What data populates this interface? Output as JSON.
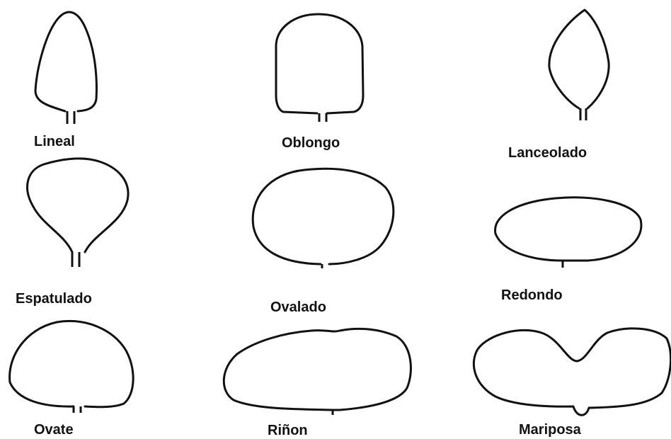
{
  "shapes": {
    "lineal": "Lineal",
    "oblongo": "Oblongo",
    "lanceolado": "Lanceolado",
    "espatulado": "Espatulado",
    "ovalado": "Ovalado",
    "redondo": "Redondo",
    "ovate": "Ovate",
    "rinon": "Riñon",
    "mariposa": "Mariposa"
  }
}
